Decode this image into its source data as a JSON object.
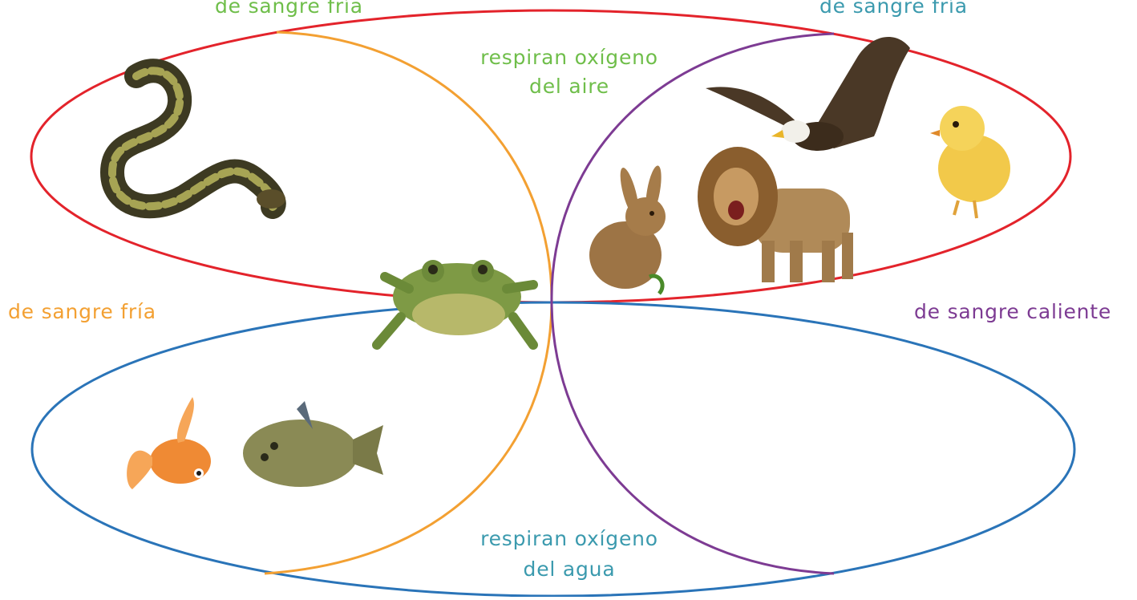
{
  "labels": {
    "top_left": "de sangre fría",
    "top_right": "de sangre fría",
    "air_line1": "respiran oxígeno",
    "air_line2": "del aire",
    "left": "de sangre fría",
    "right": "de sangre caliente",
    "water_line1": "respiran oxígeno",
    "water_line2": "del agua"
  },
  "colors": {
    "air": "#e3232b",
    "water": "#2a74b8",
    "cold": "#f3a032",
    "warm": "#7d3b93",
    "text_green": "#6fbe4a",
    "text_teal": "#3b9aae",
    "text_orange": "#f3a032",
    "text_purple": "#7d3b93"
  },
  "animals": [
    {
      "name": "serpiente",
      "icon": "snake-icon"
    },
    {
      "name": "rana",
      "icon": "frog-icon"
    },
    {
      "name": "águila",
      "icon": "eagle-icon"
    },
    {
      "name": "león",
      "icon": "lion-icon"
    },
    {
      "name": "conejo",
      "icon": "rabbit-icon"
    },
    {
      "name": "pollito",
      "icon": "chick-icon"
    },
    {
      "name": "pez dorado",
      "icon": "goldfish-icon"
    },
    {
      "name": "lenguado",
      "icon": "flounder-icon"
    }
  ]
}
